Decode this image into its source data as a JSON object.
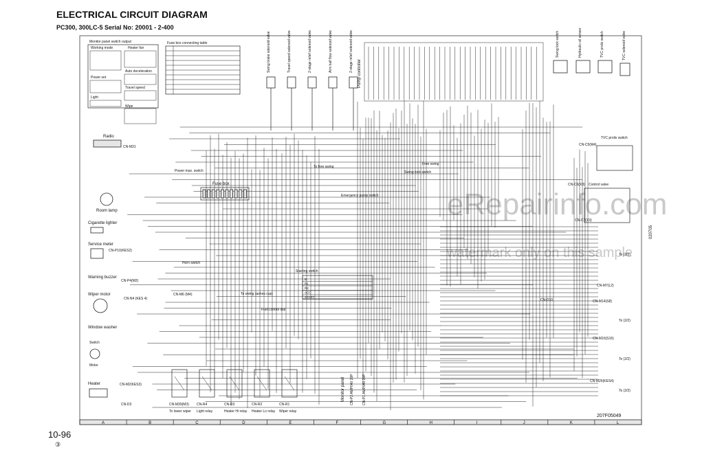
{
  "header": {
    "title": "ELECTRICAL CIRCUIT DIAGRAM",
    "subtitle": "PC300, 300LC-5 Serial No: 20001 - 2-400"
  },
  "watermark": {
    "brand": "eRepairinfo.com",
    "notice": "watermark only on this sample"
  },
  "footer": {
    "page_number": "10-96",
    "marker": "③",
    "drawing_code": "207F05049",
    "side_code": "020705",
    "grid_columns": [
      "A",
      "B",
      "C",
      "D",
      "E",
      "F",
      "G",
      "H",
      "I",
      "J",
      "K",
      "L"
    ]
  },
  "panels": {
    "monitor_switch": "Monitor panel switch output",
    "working_mode": "Working mode",
    "heater_fan": "Heater fan",
    "auto_decel": "Auto deceleration",
    "power_set": "Power set",
    "travel_speed": "Travel speed",
    "light": "Light",
    "wipe": "Wipe",
    "fuse_box_table": "Fuse box connecting table"
  },
  "left_components": {
    "radio": "Radio",
    "radio_connector": "CN-M31",
    "room_lamp": "Room lamp",
    "cigarette_lighter": "Cigarette lighter",
    "service_meter": "Service meter",
    "service_connector": "CN-P10(KES2)",
    "warning_buzzer": "Warning buzzer",
    "buzzer_connector": "CN-P4(M2)",
    "horn_switch": "Horn switch",
    "wiper_motor": "Wiper motor",
    "wiper_connector": "CN-N4 (KES 4)",
    "m6_connector": "CN-M6 (M4)",
    "window_washer": "Window washer",
    "switch_label": "Switch",
    "motor_label": "Motor",
    "heater": "Heater",
    "heater_connector": "CN-M2(KES3)",
    "d3_connector": "CN-D3"
  },
  "center_components": {
    "power_max_switch": "Power max. switch",
    "fuse_box": "Fuse box",
    "to_swing": "To swing (ashes cup)",
    "fuel_dial": "Fuel control dial",
    "starting_switch": "Starting switch",
    "emergency_pump": "Emergency pump switch",
    "to_free_swing": "To free swing",
    "free_swing": "Free swing",
    "swing_lock_switch": "Swing lock switch",
    "pump_controller": "Pump controller",
    "monitor_panel": "Monitor panel",
    "starting_rows": [
      "B",
      "R1",
      "R2",
      "ACC",
      "START"
    ]
  },
  "valves": [
    "Swing brake solenoid valve",
    "Travel speed solenoid valve",
    "2-stage relief solenoid valve",
    "Arm half flow solenoid valve",
    "2-stage relief solenoid valve"
  ],
  "right_components": {
    "swing_lock": "Swing lock switch",
    "hydraulic_oil": "Hydraulic oil sensor",
    "tvc_prolix": "TVC prolix switch",
    "tvc_solenoid": "TVC solenoid valve",
    "tvc_prolix_switch": "TVC prolix switch",
    "control_valve": "Control valve",
    "to_2_2": "To (2/2)"
  },
  "relays": [
    {
      "connector": "CN-M39(M3)",
      "name": "To lower wiper"
    },
    {
      "connector": "CN-R4",
      "name": "Light relay"
    },
    {
      "connector": "CN-R3",
      "name": "Heater Hi relay"
    },
    {
      "connector": "CN-R2",
      "name": "Heater Lo relay"
    },
    {
      "connector": "CN-R1",
      "name": "Wiper relay"
    }
  ],
  "connectors": {
    "c5": "CN-C5(M4)",
    "c6": "CN-C6(X3)",
    "c7": "CN-C7(X3)",
    "m7": "CN-M7(L2)",
    "m14": "CN-M14(S8)",
    "m16": "CN-M16(S16)",
    "m26": "CN-M26(KES4)",
    "d10": "CN-D10",
    "p1": "CN-P1 AMP040 20P",
    "p2": "CN-P2 AMP040 20P"
  }
}
